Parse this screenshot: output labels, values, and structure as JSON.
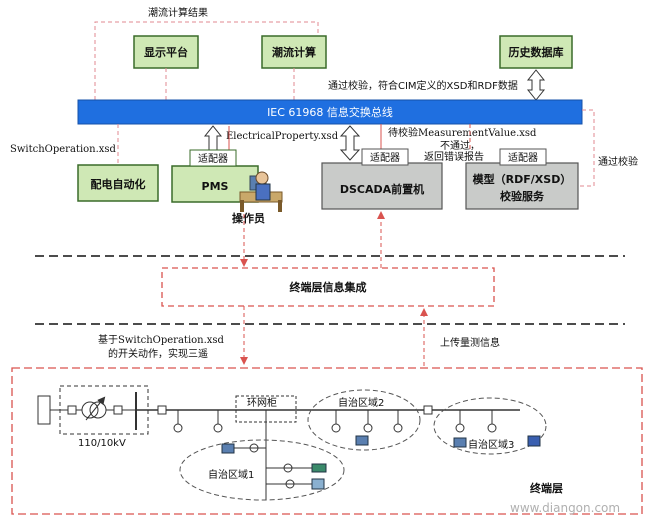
{
  "top_label": "潮流计算结果",
  "boxes": {
    "display": "显示平台",
    "flow_calc": "潮流计算",
    "history_db": "历史数据库",
    "bus": "IEC 61968 信息交换总线",
    "dist_auto": "配电自动化",
    "pms": "PMS",
    "dscada": "DSCADA前置机",
    "model_check_1": "模型（RDF/XSD）",
    "model_check_2": "校验服务",
    "adapter": "适配器",
    "terminal_integration": "终端层信息集成"
  },
  "labels": {
    "verify_note": "通过校验，符合CIM定义的XSD和RDF数据",
    "switch_op_xsd": "SwitchOperation.xsd",
    "electrical_property": "ElectricalProperty.xsd",
    "pending_measurement": "待校验MeasurementValue.xsd",
    "not_pass_1": "不通过，",
    "not_pass_2": "返回错误报告",
    "pass_verify": "通过校验",
    "operator": "操作员",
    "switch_action_1": "基于SwitchOperation.xsd",
    "switch_action_2": "的开关动作，实现三遥",
    "upload_measure": "上传量测信息",
    "voltage": "110/10kV",
    "ring_cabinet": "环网柜",
    "zone1": "自治区域1",
    "zone2": "自治区域2",
    "zone3": "自治区域3",
    "terminal_layer": "终端层",
    "watermark": "www.diangon.com"
  },
  "colors": {
    "green_box": "#cfe8b5",
    "green_border": "#3a6b2a",
    "bus_blue": "#1f6fe0",
    "grey_box": "#c9cbc9",
    "red_dash": "#d9534f",
    "pink_dash": "#e08a90"
  }
}
